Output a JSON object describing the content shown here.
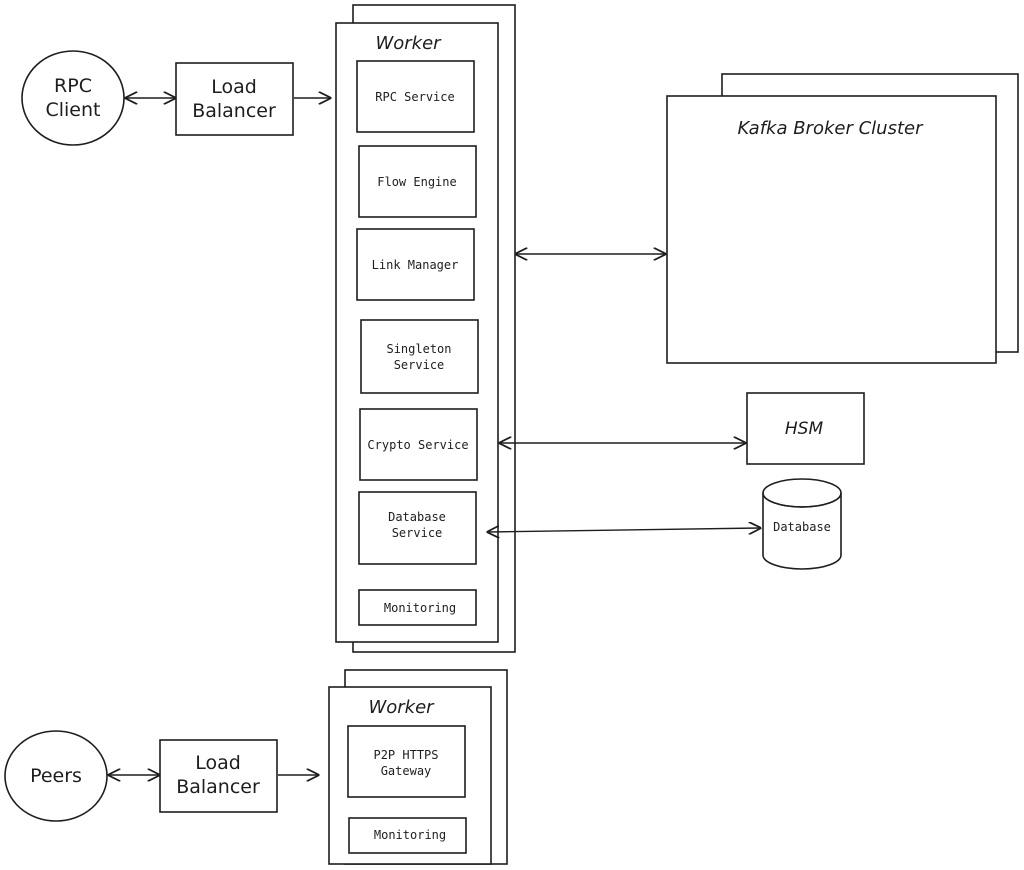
{
  "nodes": {
    "rpc_client": "RPC\nClient",
    "load_balancer_top": "Load\nBalancer",
    "worker_top": "Worker",
    "rpc_service": "RPC Service",
    "flow_engine": "Flow Engine",
    "link_manager": "Link Manager",
    "singleton_service": "Singleton\nService",
    "crypto_service": "Crypto Service",
    "database_service": "Database\nService",
    "monitoring_top": "Monitoring",
    "kafka": "Kafka Broker Cluster",
    "hsm": "HSM",
    "database": "Database",
    "peers": "Peers",
    "load_balancer_bottom": "Load\nBalancer",
    "worker_bottom": "Worker",
    "p2p_gateway": "P2P HTTPS\nGateway",
    "monitoring_bottom": "Monitoring"
  }
}
